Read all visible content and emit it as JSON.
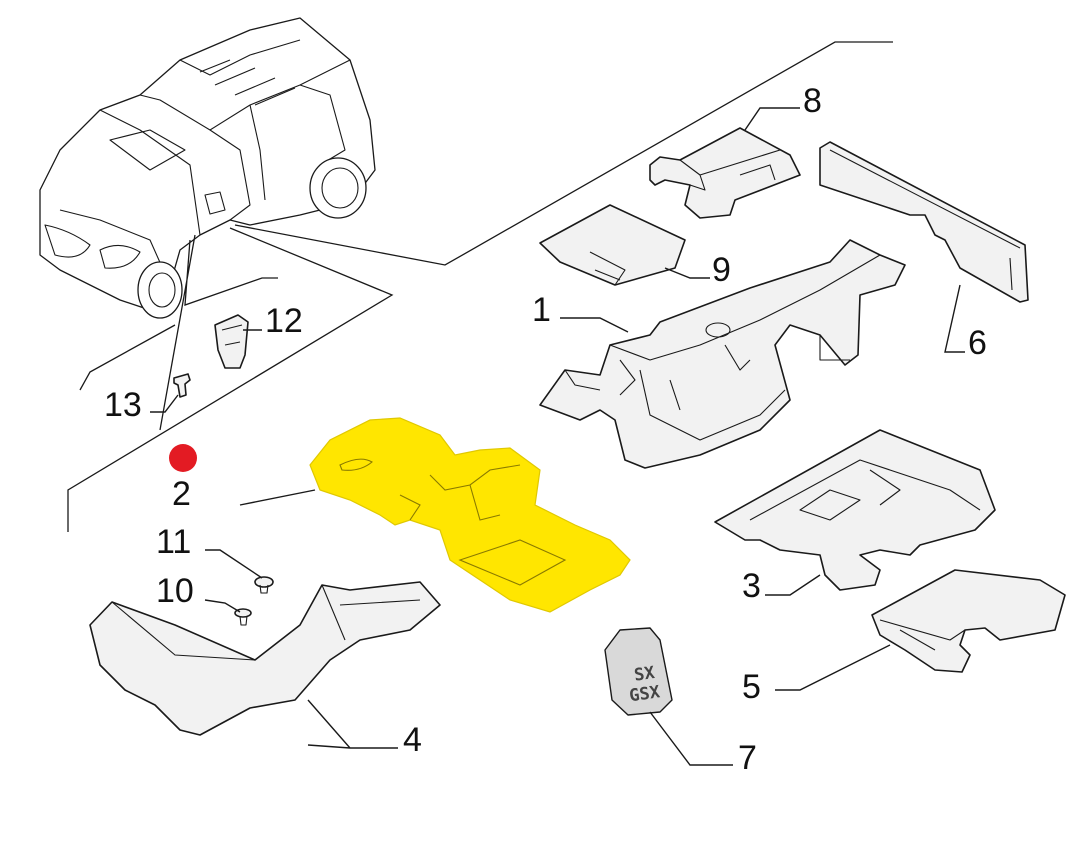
{
  "callouts": {
    "c1": "1",
    "c2": "2",
    "c3": "3",
    "c4": "4",
    "c5": "5",
    "c6": "6",
    "c7": "7",
    "c8": "8",
    "c9": "9",
    "c10": "10",
    "c11": "11",
    "c12": "12",
    "c13": "13"
  },
  "part7_stamp": {
    "line1": "SX",
    "line2": "GSX"
  },
  "colors": {
    "highlight": "#ffe600",
    "marker": "#e31b23",
    "line": "#1a1a1a"
  },
  "highlighted_part": "2"
}
